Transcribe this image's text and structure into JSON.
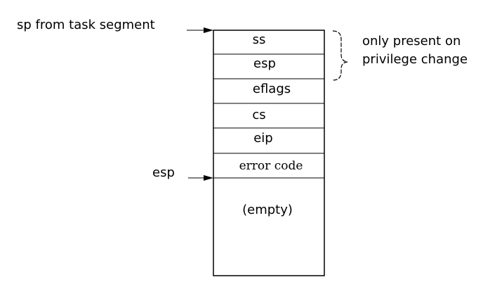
{
  "stack": {
    "cells": [
      {
        "label": "ss"
      },
      {
        "label": "esp"
      },
      {
        "label": "eflags"
      },
      {
        "label": "cs"
      },
      {
        "label": "eip"
      },
      {
        "label": "error code"
      }
    ],
    "empty_label": "(empty)"
  },
  "pointers": {
    "task_sp_label": "sp from task segment",
    "esp_label": "esp"
  },
  "annotation": {
    "line1": "only present on",
    "line2": "privilege change"
  },
  "colors": {
    "ink": "#000000",
    "background": "#ffffff"
  }
}
